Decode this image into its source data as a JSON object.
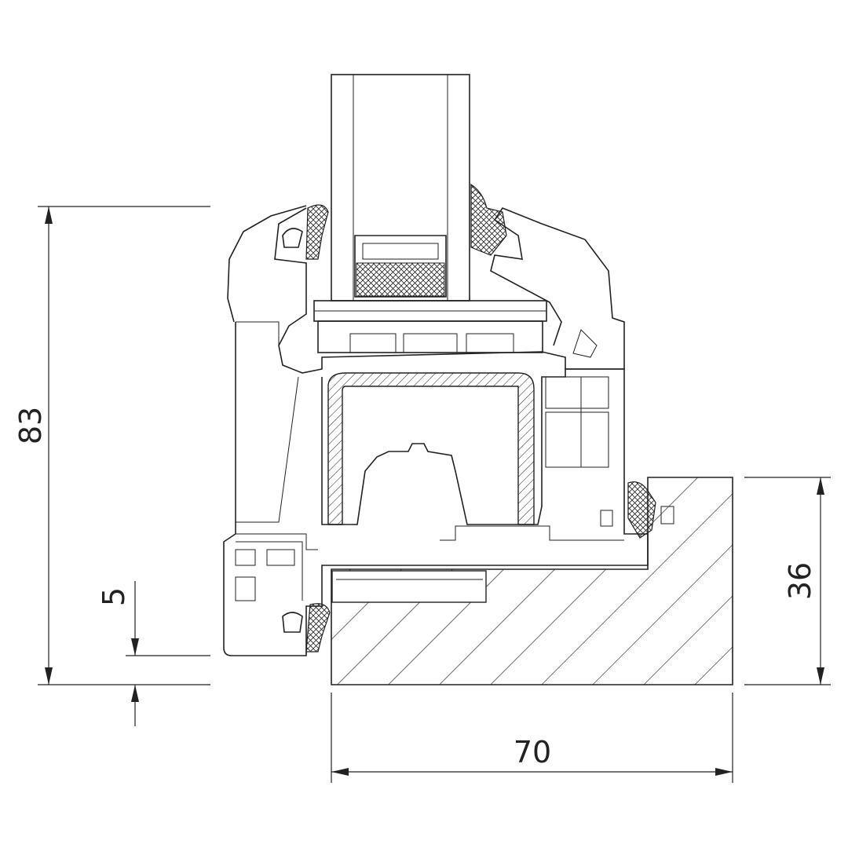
{
  "drawing": {
    "dimensions": {
      "frame_height": "83",
      "rebate_offset": "5",
      "sill_height": "36",
      "depth": "70"
    },
    "line_color": "#222222",
    "background": "#ffffff"
  }
}
